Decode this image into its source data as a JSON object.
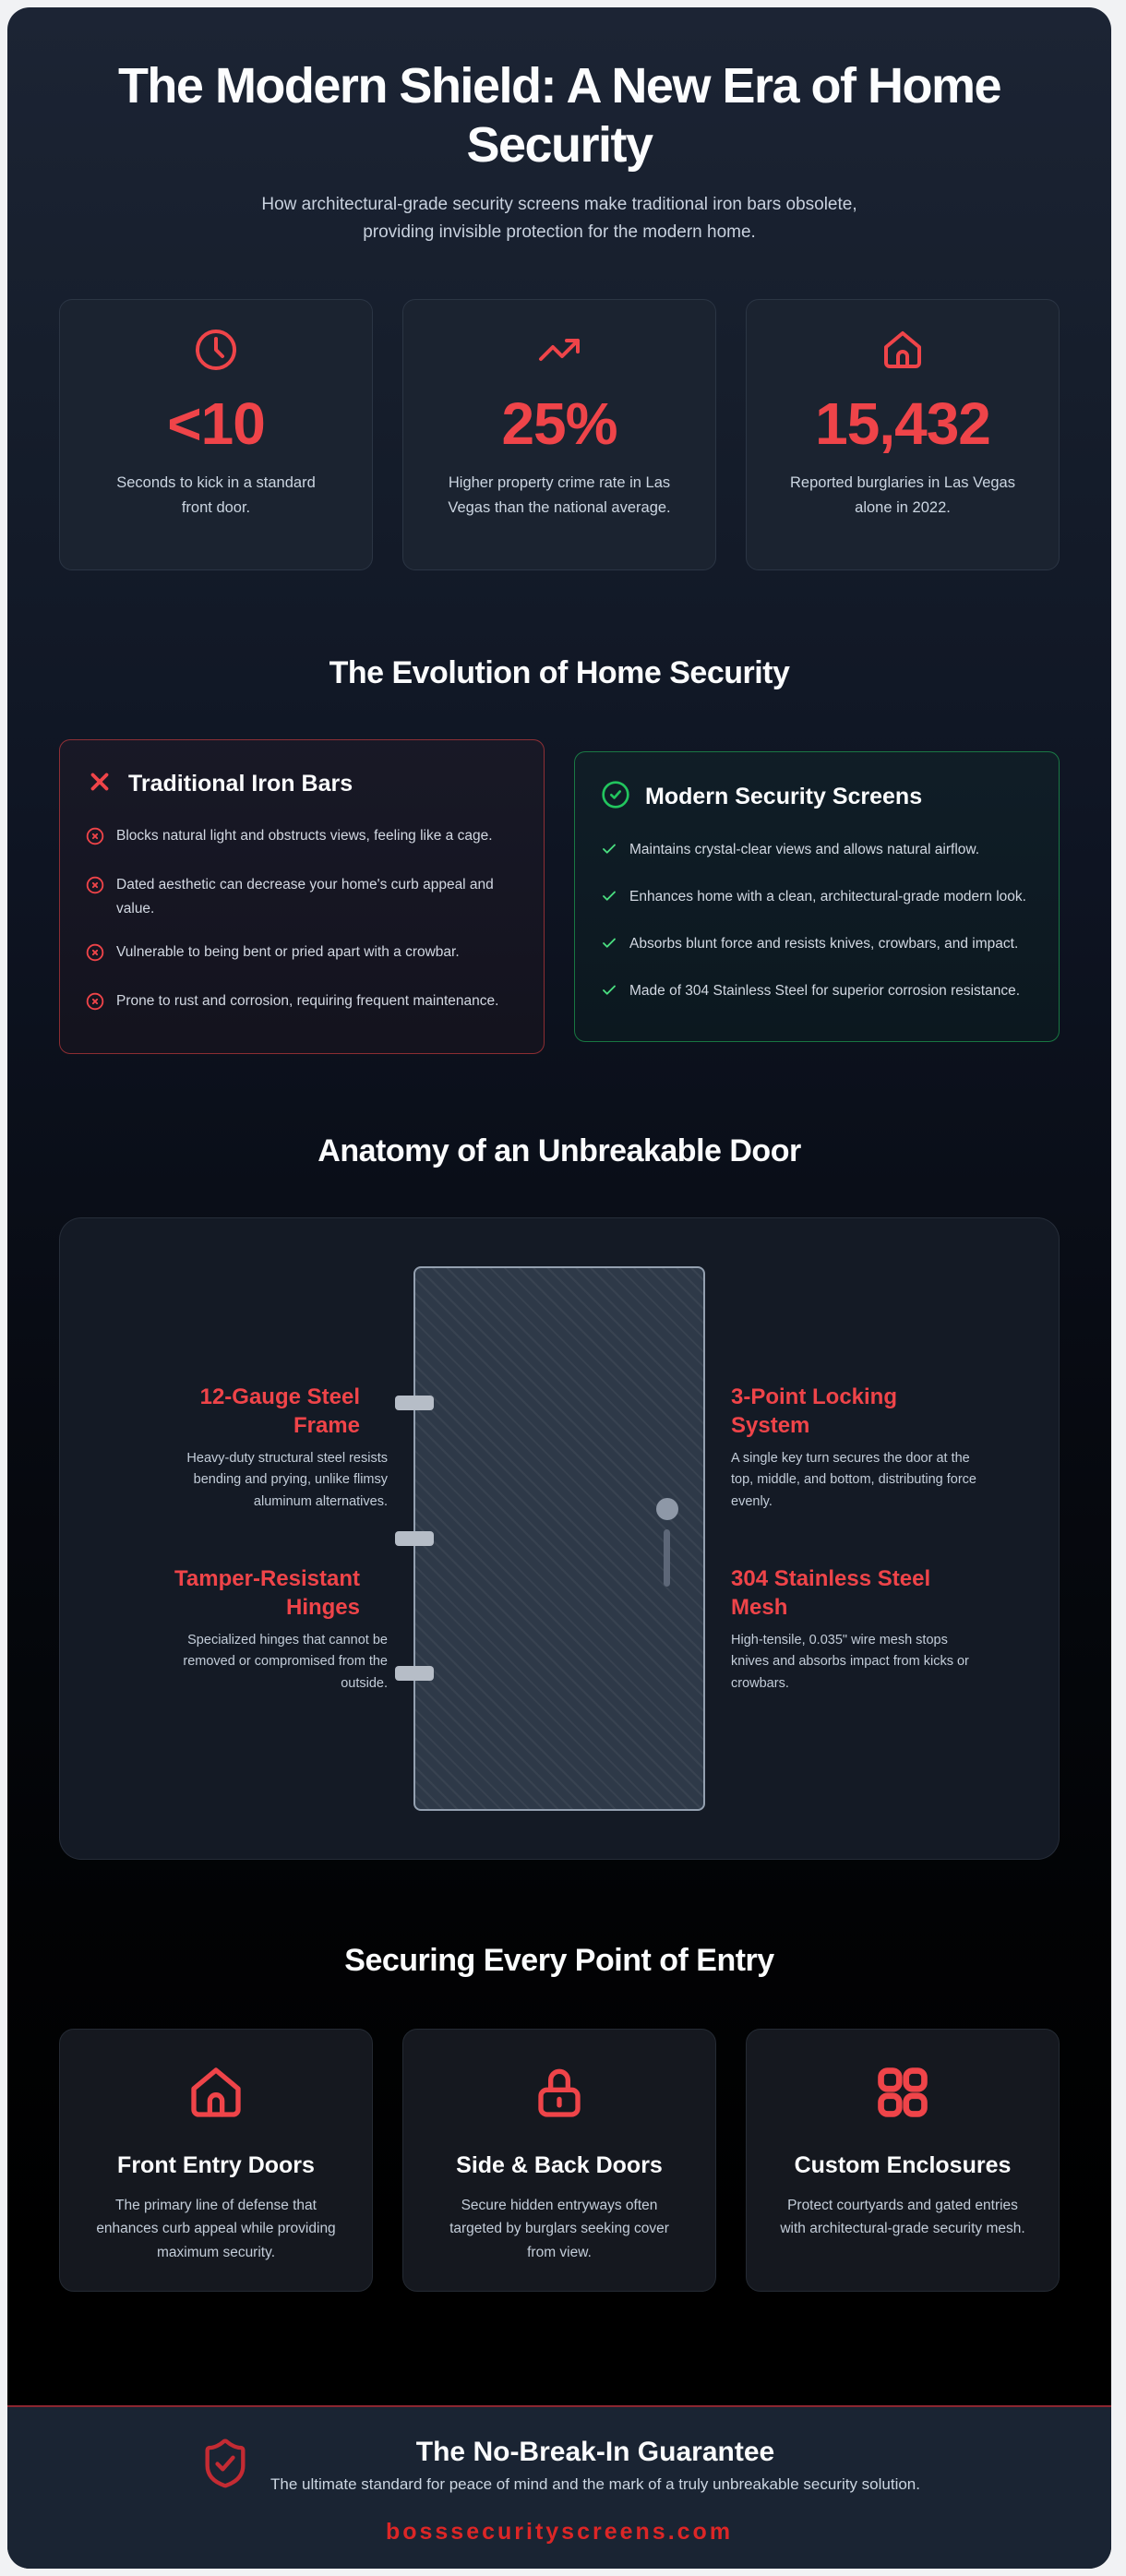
{
  "header": {
    "title": "The Modern Shield: A New Era of Home Security",
    "subtitle": "How architectural-grade security screens make traditional iron bars obsolete, providing invisible protection for the modern home."
  },
  "stats": [
    {
      "icon": "clock-icon",
      "value": "<10",
      "label": "Seconds to kick in a standard front door."
    },
    {
      "icon": "trending-up-icon",
      "value": "25%",
      "label": "Higher property crime rate in Las Vegas than the national average."
    },
    {
      "icon": "home-icon",
      "value": "15,432",
      "label": "Reported burglaries in Las Vegas alone in 2022."
    }
  ],
  "evolution": {
    "title": "The Evolution of Home Security",
    "bad": {
      "title": "Traditional Iron Bars",
      "items": [
        "Blocks natural light and obstructs views, feeling like a cage.",
        "Dated aesthetic can decrease your home's curb appeal and value.",
        "Vulnerable to being bent or pried apart with a crowbar.",
        "Prone to rust and corrosion, requiring frequent maintenance."
      ]
    },
    "good": {
      "title": "Modern Security Screens",
      "items": [
        "Maintains crystal-clear views and allows natural airflow.",
        "Enhances home with a clean, architectural-grade modern look.",
        "Absorbs blunt force and resists knives, crowbars, and impact.",
        "Made of 304 Stainless Steel for superior corrosion resistance."
      ]
    }
  },
  "anatomy": {
    "title": "Anatomy of an Unbreakable Door",
    "left": [
      {
        "title": "12-Gauge Steel Frame",
        "desc": "Heavy-duty structural steel resists bending and prying, unlike flimsy aluminum alternatives."
      },
      {
        "title": "Tamper-Resistant Hinges",
        "desc": "Specialized hinges that cannot be removed or compromised from the outside."
      }
    ],
    "right": [
      {
        "title": "3-Point Locking System",
        "desc": "A single key turn secures the door at the top, middle, and bottom, distributing force evenly."
      },
      {
        "title": "304 Stainless Steel Mesh",
        "desc": "High-tensile, 0.035\" wire mesh stops knives and absorbs impact from kicks or crowbars."
      }
    ]
  },
  "entry": {
    "title": "Securing Every Point of Entry",
    "cards": [
      {
        "icon": "home-icon",
        "title": "Front Entry Doors",
        "desc": "The primary line of defense that enhances curb appeal while providing maximum security."
      },
      {
        "icon": "lock-icon",
        "title": "Side & Back Doors",
        "desc": "Secure hidden entryways often targeted by burglars seeking cover from view."
      },
      {
        "icon": "grid-icon",
        "title": "Custom Enclosures",
        "desc": "Protect courtyards and gated entries with architectural-grade security mesh."
      }
    ]
  },
  "footer": {
    "title": "The No-Break-In Guarantee",
    "subtitle": "The ultimate standard for peace of mind and the mark of a truly unbreakable security solution.",
    "website": "bosssecurityscreens.com"
  },
  "colors": {
    "accent_red": "#ef4449",
    "accent_green": "#22c55e",
    "footer_red": "#dc2626"
  }
}
